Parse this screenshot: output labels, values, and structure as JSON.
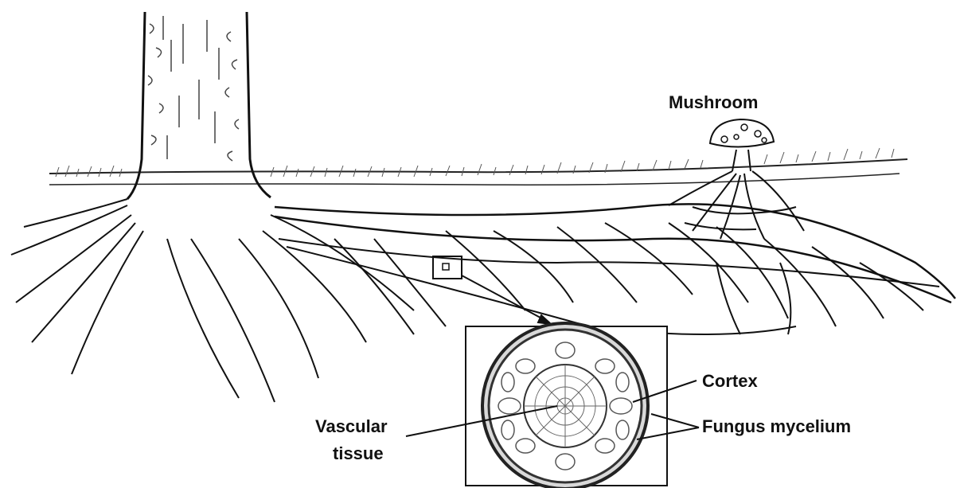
{
  "labels": {
    "mushroom": "Mushroom",
    "cortex": "Cortex",
    "fungus_mycelium": "Fungus mycelium",
    "vascular_line1": "Vascular",
    "vascular_line2": "tissue"
  },
  "colors": {
    "ink": "#111111",
    "background": "#ffffff"
  }
}
